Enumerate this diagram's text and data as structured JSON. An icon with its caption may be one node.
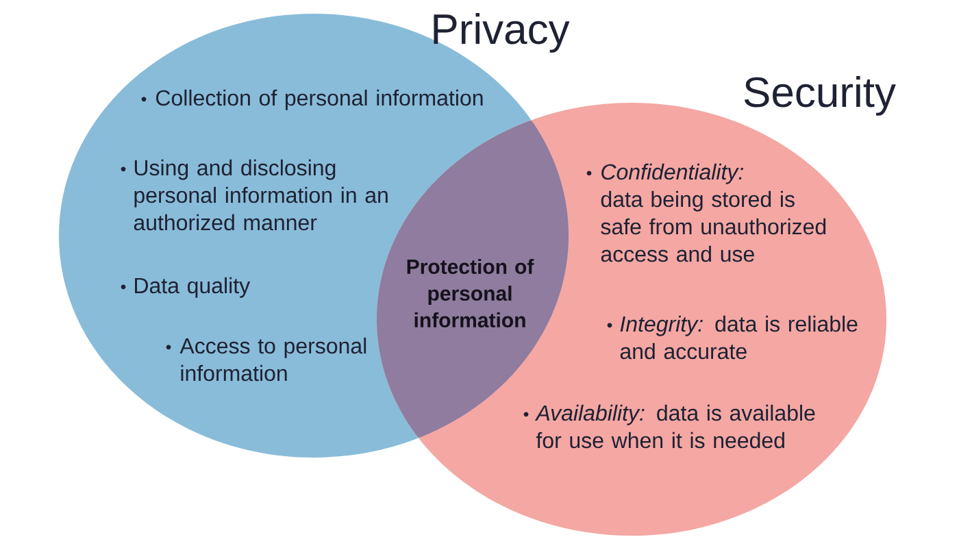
{
  "diagram": {
    "nodes": [
      {
        "text": [
          "Privacy",
          "Collection of personal information",
          "Using and disclosing personal information in an authorized manner",
          "Data quality",
          "Access to personal information"
        ]
      },
      {
        "text": [
          "Security",
          "*Confidentiality:* data being stored is safe from unauthorized access and use",
          "*Integrity:* data is reliable and accurate",
          "*Availability:* data is available for use when it is needed"
        ]
      },
      {
        "text": [
          "Protection of personal information"
        ]
      }
    ]
  }
}
